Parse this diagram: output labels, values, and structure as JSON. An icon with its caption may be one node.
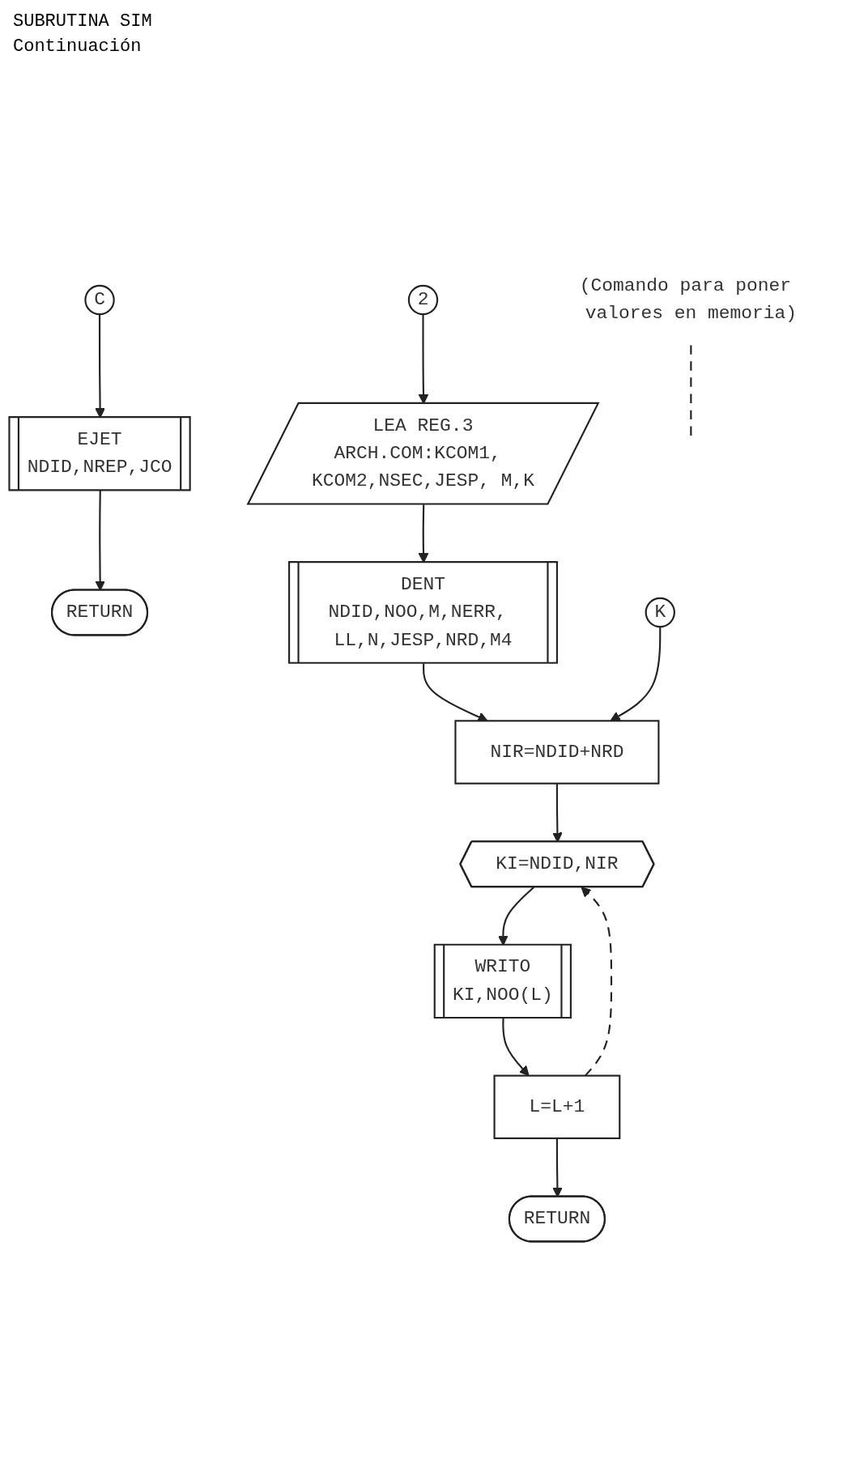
{
  "diagram": {
    "title": "SUBRUTINA SIM",
    "nodes": [
      {
        "text": [
          "C"
        ]
      },
      {
        "text": [
          "EJET",
          "NDID,NREP,JCO"
        ]
      },
      {
        "text": [
          "RETURN"
        ]
      },
      {
        "text": [
          "2"
        ]
      },
      {
        "text": [
          "LEA REG.3",
          "ARCH.COM:KCOM1, KCOM2,NSEC,JESP, M,K"
        ]
      },
      {
        "text": [
          "DENT",
          "NDID,NOO,M,NERR, LL,N,JESP,NRD,M4"
        ]
      },
      {
        "text": [
          "K"
        ]
      },
      {
        "text": [
          "NIR=NDID+NRD"
        ]
      },
      {
        "text": [
          "KI=NDID,NIR"
        ]
      },
      {
        "text": [
          "WRITO",
          "KI,NOO(L)"
        ]
      },
      {
        "text": [
          "L=L+1"
        ]
      },
      {
        "text": [
          "RETURN"
        ]
      },
      {
        "text": [
          "(Comando para poner valores en memoria)"
        ]
      }
    ],
    "edges": [
      {
        "from": 0,
        "to": 1,
        "arrow": "to"
      },
      {
        "from": 1,
        "to": 2,
        "arrow": "to"
      },
      {
        "from": 3,
        "to": 4,
        "arrow": "to"
      },
      {
        "from": 4,
        "to": 5,
        "arrow": "to"
      },
      {
        "from": 5,
        "to": 7,
        "arrow": "to"
      },
      {
        "from": 6,
        "to": 7,
        "arrow": "to"
      },
      {
        "from": 7,
        "to": 8,
        "arrow": "to"
      },
      {
        "from": 8,
        "to": 9,
        "arrow": "to"
      },
      {
        "from": 9,
        "to": 10,
        "arrow": "to"
      },
      {
        "from": 10,
        "to": 8,
        "arrow": "to",
        "style": "dashed"
      },
      {
        "from": 10,
        "to": 11,
        "arrow": "to"
      },
      {
        "from": 12,
        "to": null,
        "arrow": "none",
        "style": "dashed"
      }
    ],
    "labels": [
      "Continuación"
    ]
  }
}
